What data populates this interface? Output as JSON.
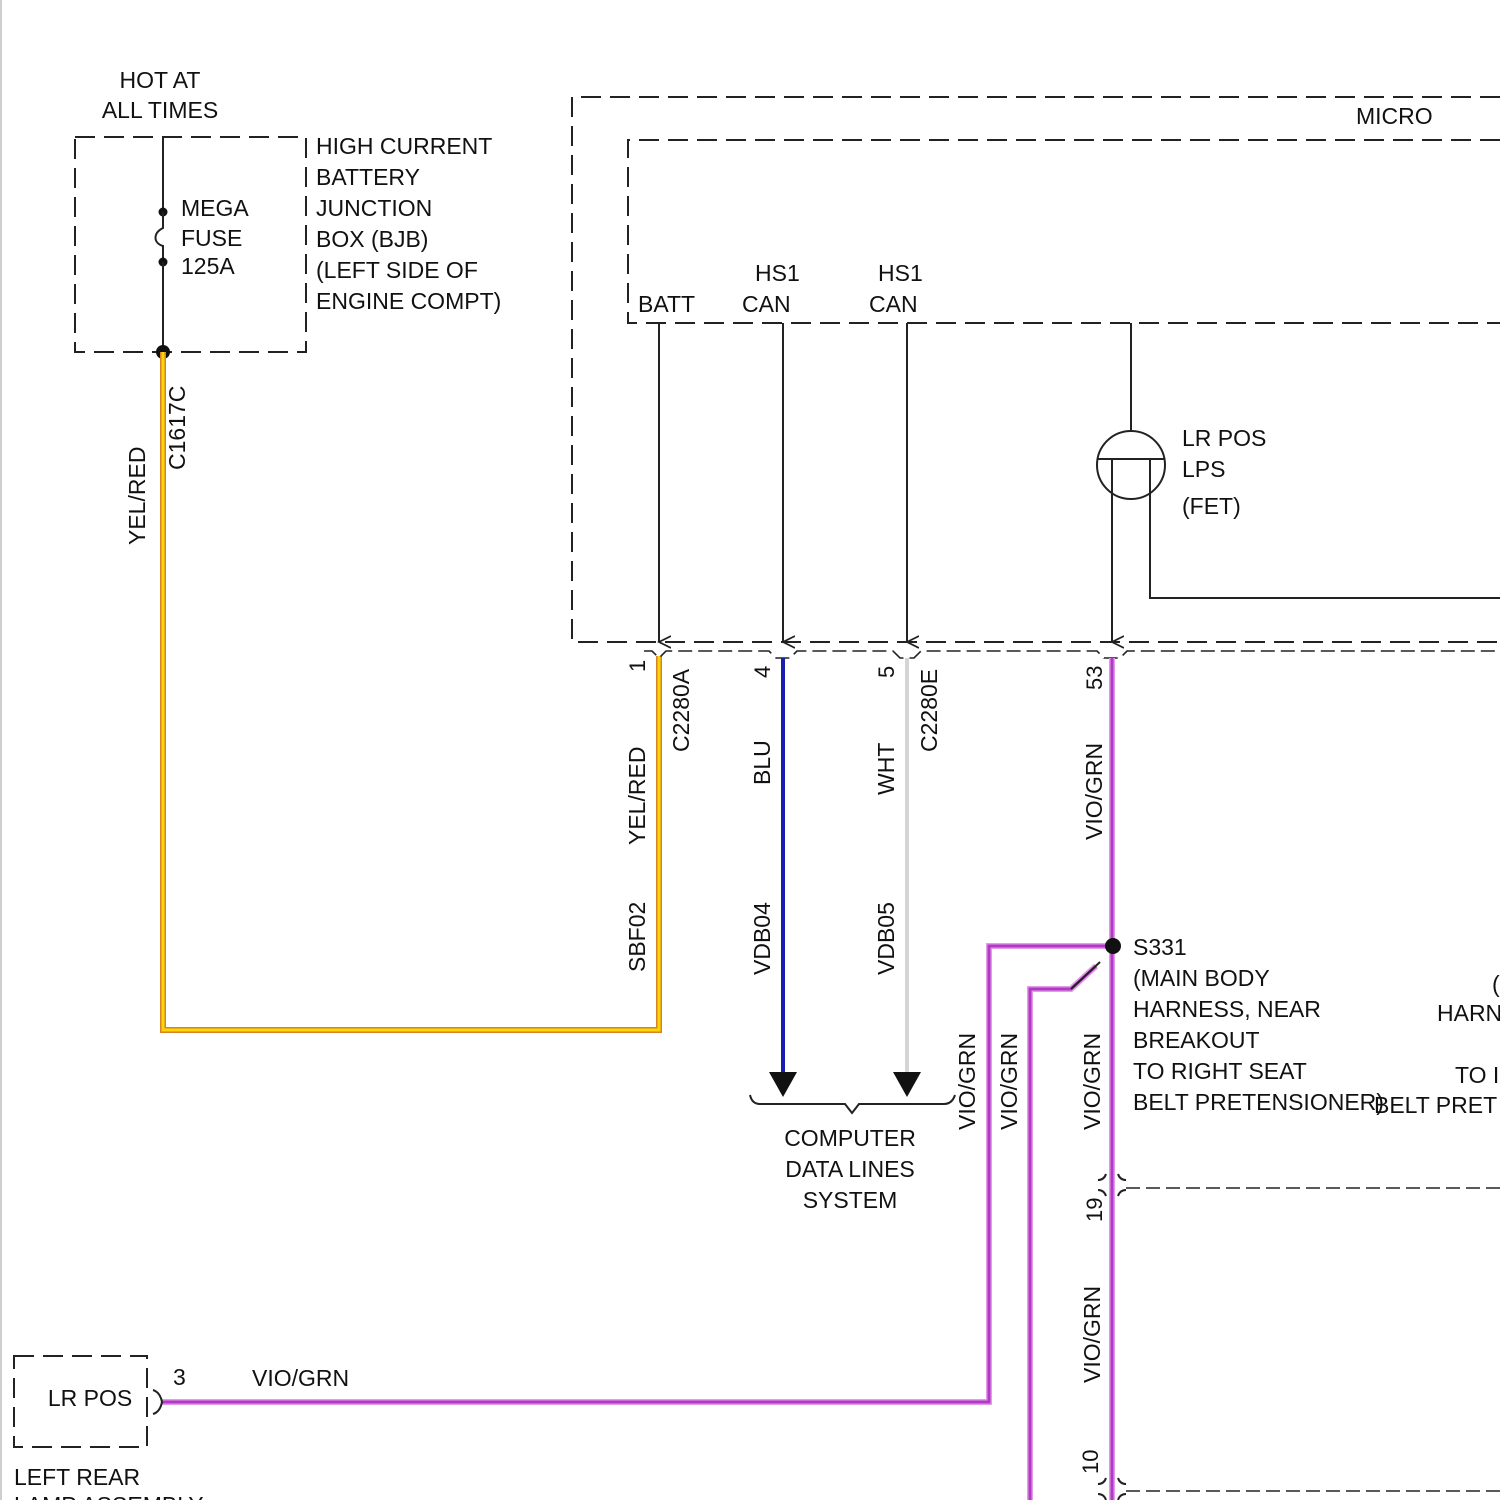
{
  "colors": {
    "yel_red_core": "#f7d800",
    "yel_red_edge": "#d9822b",
    "blu": "#1520b0",
    "wht": "#d4d4d4",
    "vio_grn_core": "#b039c6",
    "vio_grn_edge": "#e39be8",
    "line": "#222222"
  },
  "power": {
    "hot_line1": "HOT AT",
    "hot_line2": "ALL TIMES",
    "fuse_lines": [
      "MEGA",
      "FUSE",
      "125A"
    ],
    "bjb_lines": [
      "HIGH CURRENT",
      "BATTERY",
      "JUNCTION",
      "BOX (BJB)",
      "(LEFT SIDE OF",
      "ENGINE COMPT)"
    ],
    "connector": "C1617C",
    "wire_color": "YEL/RED"
  },
  "module": {
    "name": "MICRO",
    "pins": {
      "batt": "BATT",
      "hs1_can_a": [
        "HS1",
        "CAN"
      ],
      "hs1_can_b": [
        "HS1",
        "CAN"
      ]
    },
    "fet_lines": [
      "LR POS",
      "LPS",
      "(FET)"
    ]
  },
  "wires": {
    "batt": {
      "pin": "1",
      "color": "YEL/RED",
      "circuit": "SBF02"
    },
    "can_hi": {
      "pin": "4",
      "color": "BLU",
      "circuit": "VDB04"
    },
    "can_lo": {
      "pin": "5",
      "color": "WHT",
      "circuit": "VDB05"
    },
    "lr_pos": {
      "pin": "53",
      "color": "VIO/GRN"
    }
  },
  "connectors": {
    "c2280a": "C2280A",
    "c2280e": "C2280E"
  },
  "data_lines": [
    "COMPUTER",
    "DATA LINES",
    "SYSTEM"
  ],
  "splice": {
    "name": "S331",
    "desc": [
      "(MAIN BODY",
      "HARNESS, NEAR",
      "BREAKOUT",
      "TO RIGHT SEAT",
      "BELT PRETENSIONER)"
    ],
    "right_fragments": [
      "(",
      "HARN",
      "TO I",
      "BELT PRET"
    ]
  },
  "vio_labels": [
    "VIO/GRN",
    "VIO/GRN",
    "VIO/GRN",
    "VIO/GRN"
  ],
  "lower_pins": [
    "19",
    "10"
  ],
  "lamp": {
    "name": "LR POS",
    "pin": "3",
    "wire_color": "VIO/GRN",
    "caption1": "LEFT REAR",
    "caption2": "LAMP ASSEMBLY"
  }
}
